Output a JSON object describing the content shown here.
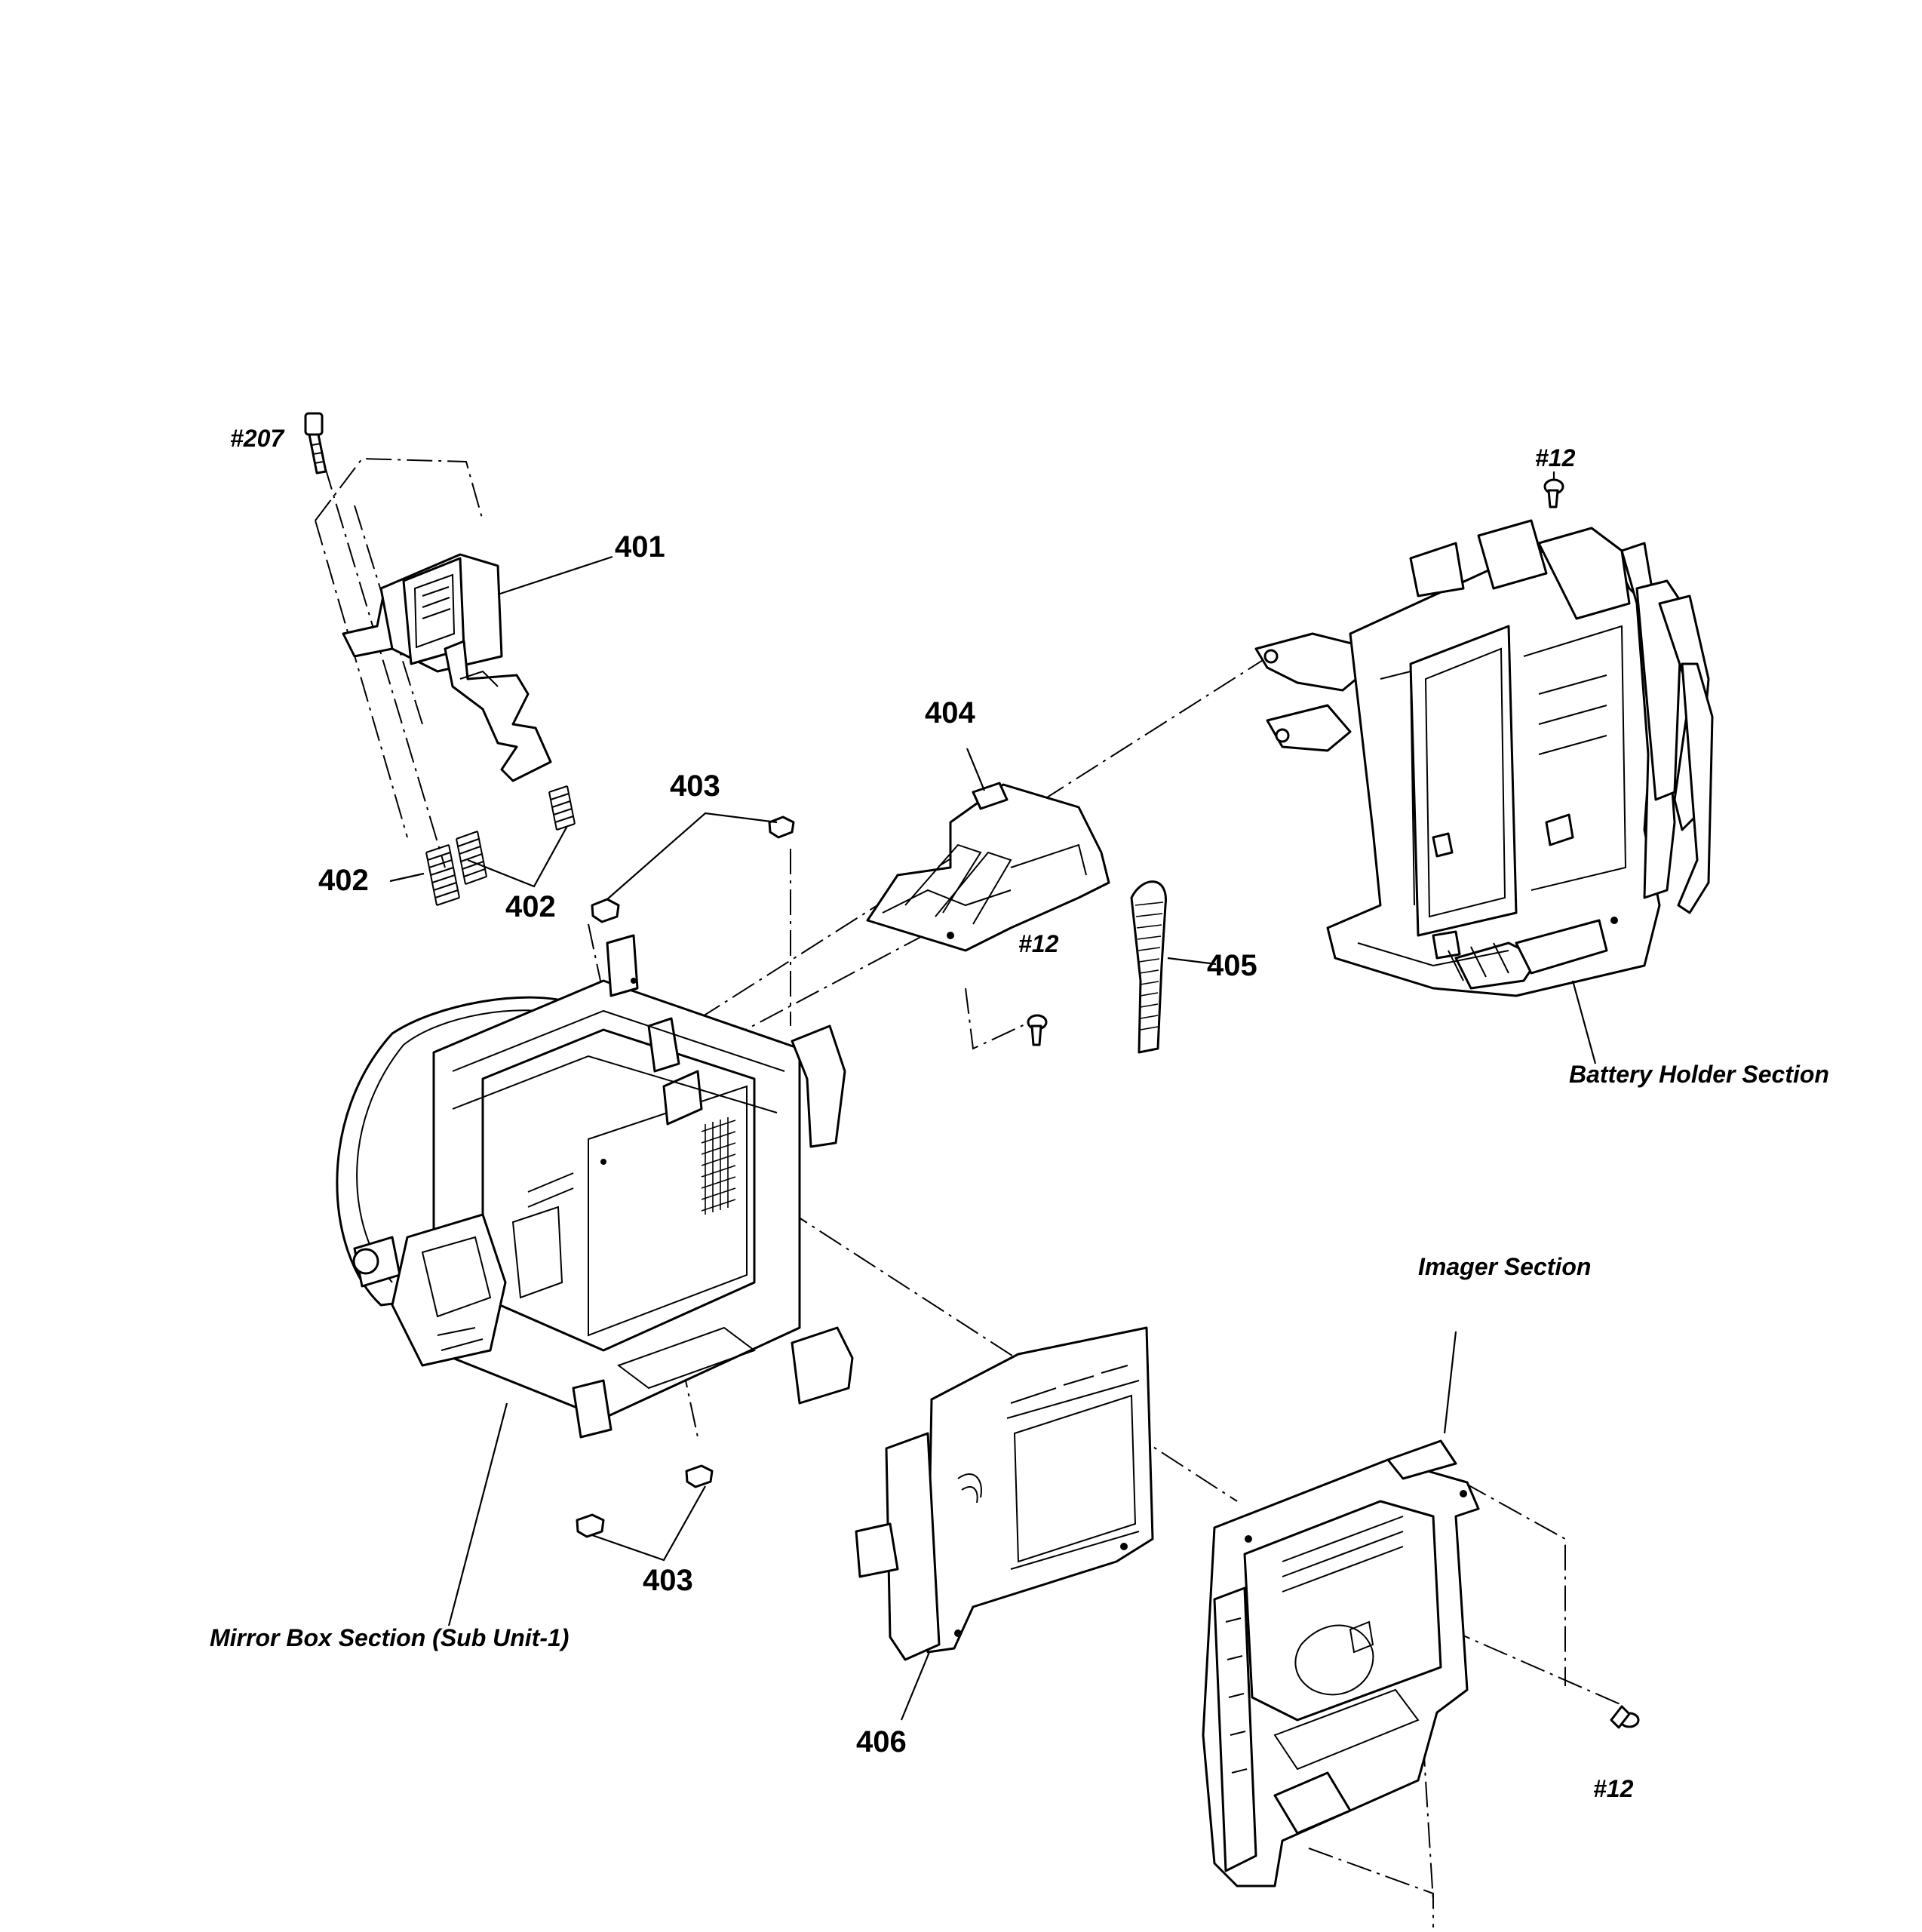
{
  "labels": {
    "screw_207": "#207",
    "part_401": "401",
    "part_402_left": "402",
    "part_402_right": "402",
    "part_403_top": "403",
    "part_403_bottom": "403",
    "part_404": "404",
    "part_405": "405",
    "part_406": "406",
    "screw_12_top": "#12",
    "screw_12_mid": "#12",
    "screw_12_bottom": "#12"
  },
  "sections": {
    "battery_holder": "Battery Holder Section",
    "imager": "Imager Section",
    "mirror_box": "Mirror Box Section (Sub Unit-1)"
  }
}
